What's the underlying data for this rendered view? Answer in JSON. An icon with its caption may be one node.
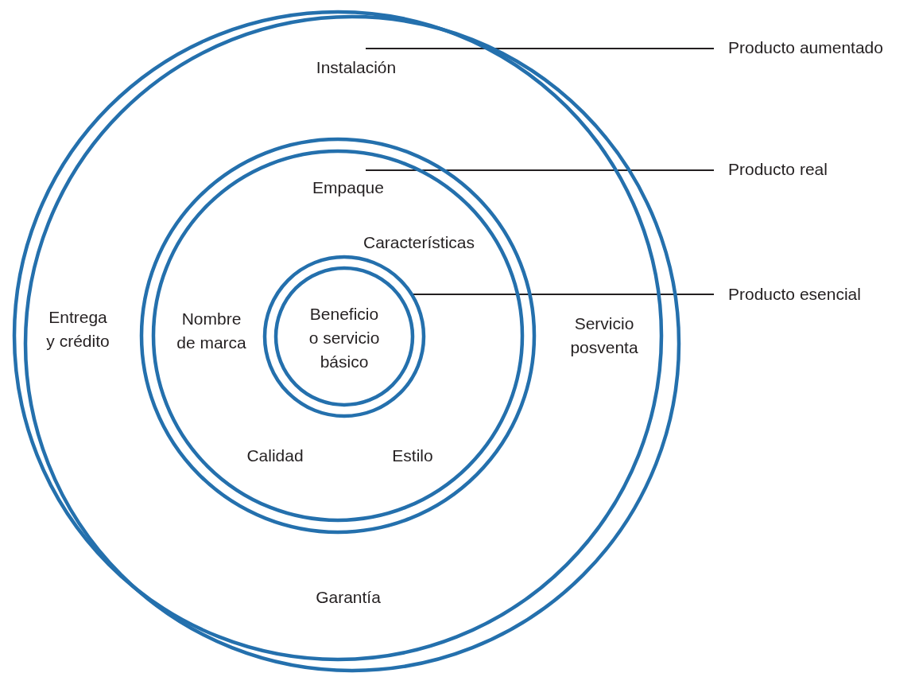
{
  "diagram": {
    "nodes": [
      {
        "text": [
          "Instalación",
          "Entrega y crédito",
          "Servicio posventa",
          "Garantía"
        ]
      },
      {
        "text": [
          "Empaque",
          "Características",
          "Nombre de marca",
          "Calidad",
          "Estilo"
        ],
        "in": 0
      },
      {
        "text": [
          "Beneficio o servicio básico"
        ],
        "in": 1
      },
      {
        "text": [
          "Producto aumentado"
        ]
      },
      {
        "text": [
          "Producto real"
        ]
      },
      {
        "text": [
          "Producto esencial"
        ]
      }
    ],
    "edges": [
      {
        "from": 3,
        "to": 0,
        "arrow": "none"
      },
      {
        "from": 4,
        "to": 1,
        "arrow": "none"
      },
      {
        "from": 5,
        "to": 2,
        "arrow": "none"
      }
    ]
  }
}
